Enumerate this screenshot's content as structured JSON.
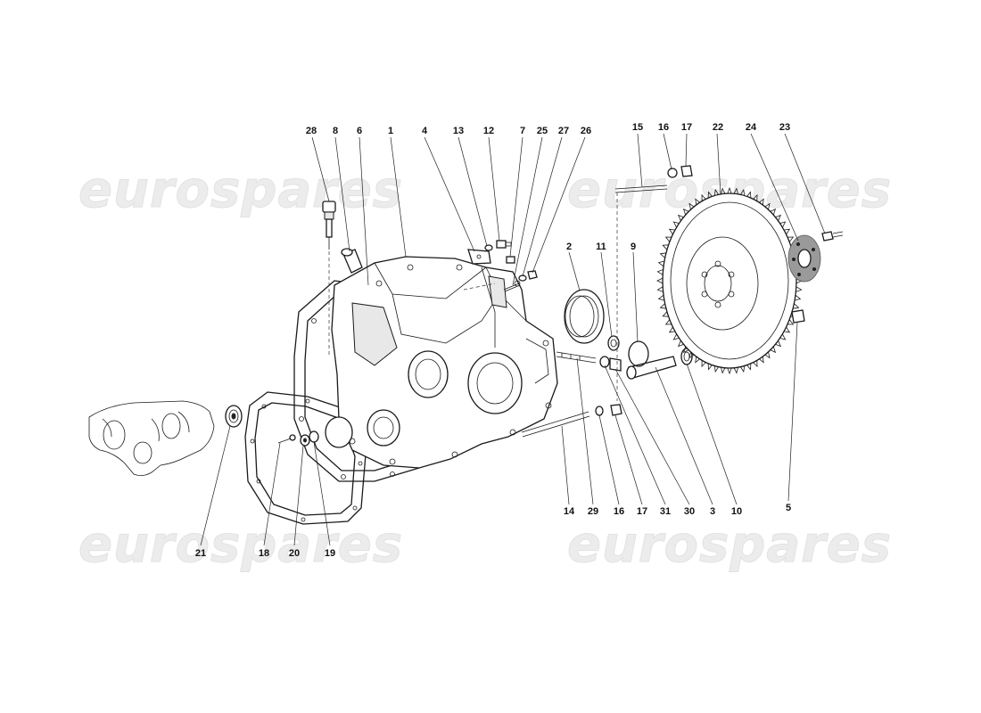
{
  "diagram": {
    "watermark_text": "eurospares",
    "callouts": [
      {
        "id": "28",
        "label": "28"
      },
      {
        "id": "8",
        "label": "8"
      },
      {
        "id": "6",
        "label": "6"
      },
      {
        "id": "1",
        "label": "1"
      },
      {
        "id": "4",
        "label": "4"
      },
      {
        "id": "13",
        "label": "13"
      },
      {
        "id": "12",
        "label": "12"
      },
      {
        "id": "7",
        "label": "7"
      },
      {
        "id": "25",
        "label": "25"
      },
      {
        "id": "27",
        "label": "27"
      },
      {
        "id": "26",
        "label": "26"
      },
      {
        "id": "15",
        "label": "15"
      },
      {
        "id": "16a",
        "label": "16"
      },
      {
        "id": "17a",
        "label": "17"
      },
      {
        "id": "22",
        "label": "22"
      },
      {
        "id": "24",
        "label": "24"
      },
      {
        "id": "23",
        "label": "23"
      },
      {
        "id": "2",
        "label": "2"
      },
      {
        "id": "11",
        "label": "11"
      },
      {
        "id": "9",
        "label": "9"
      },
      {
        "id": "5",
        "label": "5"
      },
      {
        "id": "14",
        "label": "14"
      },
      {
        "id": "29",
        "label": "29"
      },
      {
        "id": "16b",
        "label": "16"
      },
      {
        "id": "17b",
        "label": "17"
      },
      {
        "id": "31",
        "label": "31"
      },
      {
        "id": "30",
        "label": "30"
      },
      {
        "id": "3",
        "label": "3"
      },
      {
        "id": "10",
        "label": "10"
      },
      {
        "id": "21",
        "label": "21"
      },
      {
        "id": "18",
        "label": "18"
      },
      {
        "id": "20",
        "label": "20"
      },
      {
        "id": "19",
        "label": "19"
      }
    ]
  },
  "colors": {
    "ink": "#1a1a1a",
    "watermark": "#ececec",
    "background": "#ffffff"
  }
}
